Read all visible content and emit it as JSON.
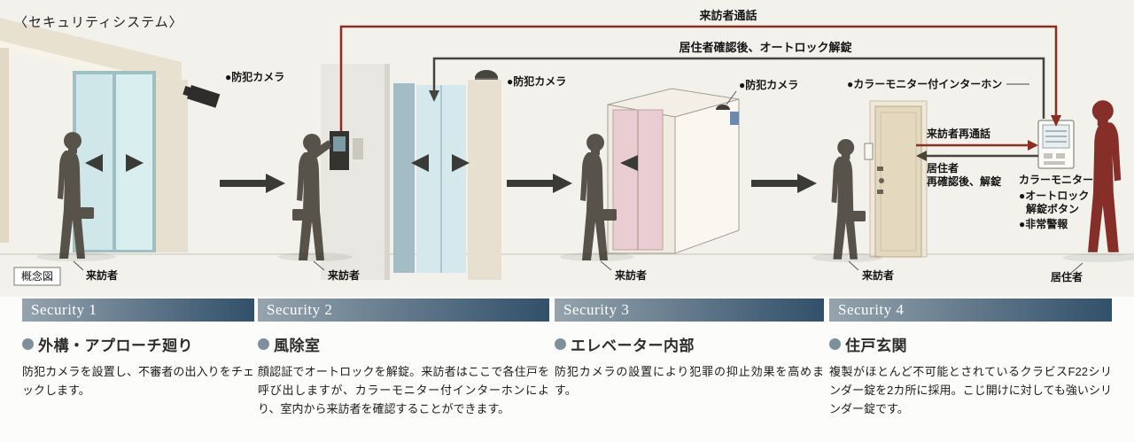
{
  "title": "〈セキュリティシステム〉",
  "diagram": {
    "concept_label": "概念図",
    "flow_top": {
      "visitor_call": "来訪者通話",
      "unlock_after_confirm": "居住者確認後、オートロック解錠"
    },
    "scene1": {
      "camera": "●防犯カメラ",
      "person": "来訪者"
    },
    "scene2": {
      "camera": "●防犯カメラ",
      "person": "来訪者"
    },
    "scene3": {
      "camera": "●防犯カメラ",
      "person": "来訪者"
    },
    "scene4": {
      "intercom": "●カラーモニター付インターホン",
      "recall": "来訪者再通話",
      "reconfirm_line1": "居住者",
      "reconfirm_line2": "再確認後、解錠",
      "monitor": "カラーモニター",
      "unlock_line1": "●オートロック",
      "unlock_line2": "解錠ボタン",
      "alarm": "●非常警報",
      "visitor": "来訪者",
      "resident": "居住者"
    }
  },
  "sections": [
    {
      "badge": "Security 1",
      "title": "外構・アプローチ廻り",
      "body": "防犯カメラを設置し、不審者の出入りをチェックします。"
    },
    {
      "badge": "Security 2",
      "title": "風除室",
      "body": "顔認証でオートロックを解錠。来訪者はここで各住戸を呼び出しますが、カラーモニター付インターホンにより、室内から来訪者を確認することができます。"
    },
    {
      "badge": "Security 3",
      "title": "エレベーター内部",
      "body": "防犯カメラの設置により犯罪の抑止効果を高めます。"
    },
    {
      "badge": "Security 4",
      "title": "住戸玄関",
      "body": "複製がほとんど不可能とされているクラビスF22シリンダー錠を2カ所に採用。こじ開けに対しても強いシリンダー錠です。"
    }
  ],
  "colors": {
    "accent_red": "#8b2f25",
    "line_dark": "#45443e",
    "bullet": "#7d909c"
  }
}
